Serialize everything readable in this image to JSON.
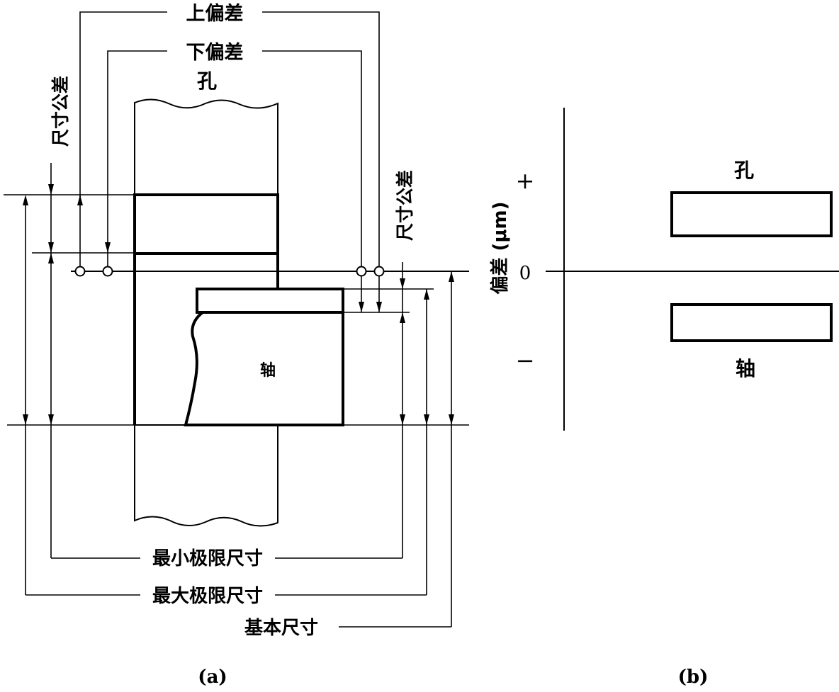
{
  "diagram_a": {
    "hole_label": "孔",
    "shaft_label": "轴",
    "upper_deviation": "上偏差",
    "lower_deviation": "下偏差",
    "size_tolerance_left": "尺寸公差",
    "size_tolerance_right": "尺寸公差",
    "min_limit_size": "最小极限尺寸",
    "max_limit_size": "最大极限尺寸",
    "basic_size": "基本尺寸",
    "caption": "(a)"
  },
  "diagram_b": {
    "hole_label": "孔",
    "shaft_label": "轴",
    "axis_label": "偏差 (μm)",
    "plus_sign": "+",
    "zero_label": "0",
    "minus_sign": "−",
    "caption": "(b)"
  }
}
